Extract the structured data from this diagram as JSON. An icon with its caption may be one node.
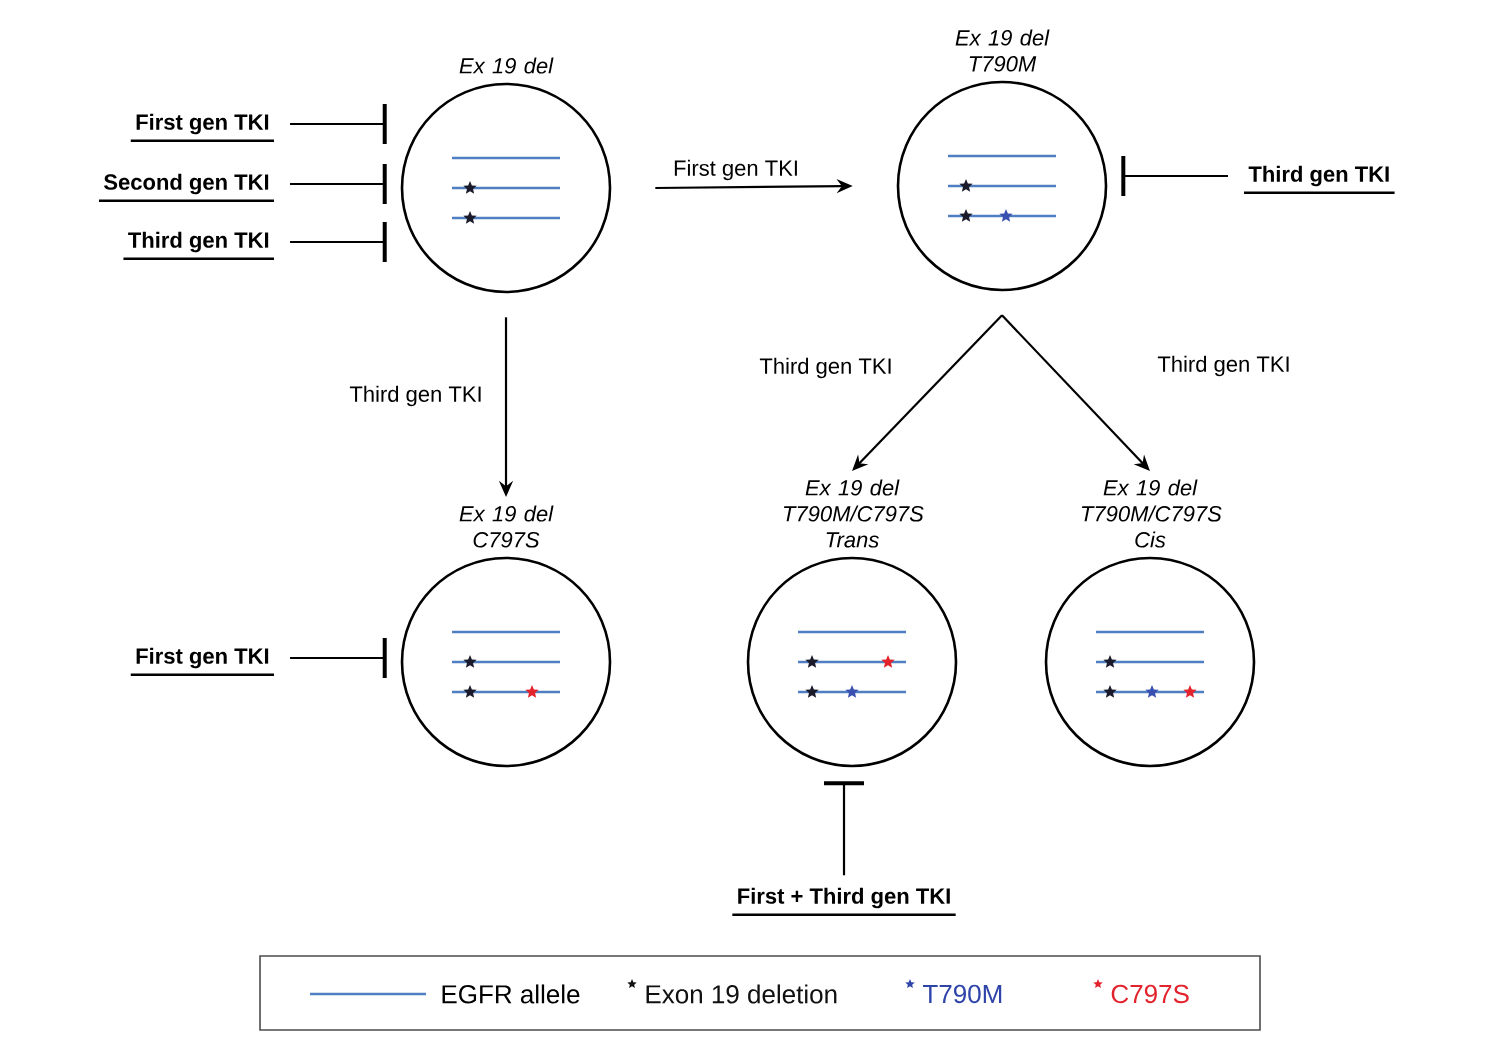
{
  "diagram": {
    "nodes": [
      {
        "text": [
          "Ex 19 del"
        ]
      },
      {
        "text": [
          "Ex 19 del T790M"
        ]
      },
      {
        "text": [
          "First gen TKI"
        ]
      },
      {
        "text": [
          "Second gen TKI"
        ]
      },
      {
        "text": [
          "Third gen TKI"
        ]
      },
      {
        "text": [
          "Third gen TKI"
        ]
      },
      {
        "text": [
          "Ex 19 del C797S"
        ]
      },
      {
        "text": [
          "Ex 19 del T790M/C797S Trans"
        ]
      },
      {
        "text": [
          "Ex 19 del T790M/C797S Cis"
        ]
      },
      {
        "text": [
          "First gen TKI"
        ]
      },
      {
        "text": [
          "First + Third gen TKI"
        ]
      }
    ],
    "edges": [
      {
        "from": 2,
        "to": 0,
        "arrow": "other"
      },
      {
        "from": 3,
        "to": 0,
        "arrow": "other"
      },
      {
        "from": 4,
        "to": 0,
        "arrow": "other"
      },
      {
        "from": 5,
        "to": 1,
        "arrow": "other"
      },
      {
        "from": 0,
        "to": 1,
        "arrow": "to",
        "label": "First gen TKI"
      },
      {
        "from": 0,
        "to": 6,
        "arrow": "to",
        "label": "Third gen TKI"
      },
      {
        "from": 1,
        "to": 7,
        "arrow": "to",
        "label": "Third gen TKI"
      },
      {
        "from": 1,
        "to": 8,
        "arrow": "to",
        "label": "Third gen TKI"
      },
      {
        "from": 9,
        "to": 6,
        "arrow": "other"
      },
      {
        "from": 10,
        "to": 7,
        "arrow": "other"
      }
    ],
    "legend": [
      {
        "text": "EGFR allele"
      },
      {
        "text": "Exon 19 deletion",
        "color": "#111111"
      },
      {
        "text": "T790M",
        "color": "#2e44a8"
      },
      {
        "text": "C797S",
        "color": "#e2222c"
      }
    ]
  }
}
